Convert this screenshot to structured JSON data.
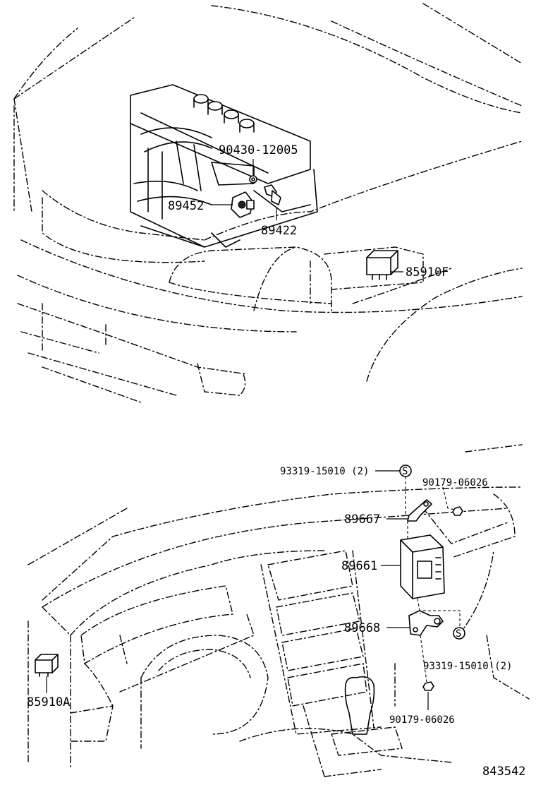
{
  "labels": {
    "p90430": "90430-12005",
    "p89452": "89452",
    "p89422": "89422",
    "p85910F": "85910F",
    "p93319_top": "93319-15010 (2)",
    "p90179_top": "90179-06026",
    "p89667": "89667",
    "p89661": "89661",
    "p89668": "89668",
    "p93319_bot": "93319-15010 (2)",
    "p85910A": "85910A",
    "p90179_bot": "90179-06026",
    "s_mark_top": "S",
    "s_mark_bot": "S",
    "illustration_no": "843542"
  }
}
